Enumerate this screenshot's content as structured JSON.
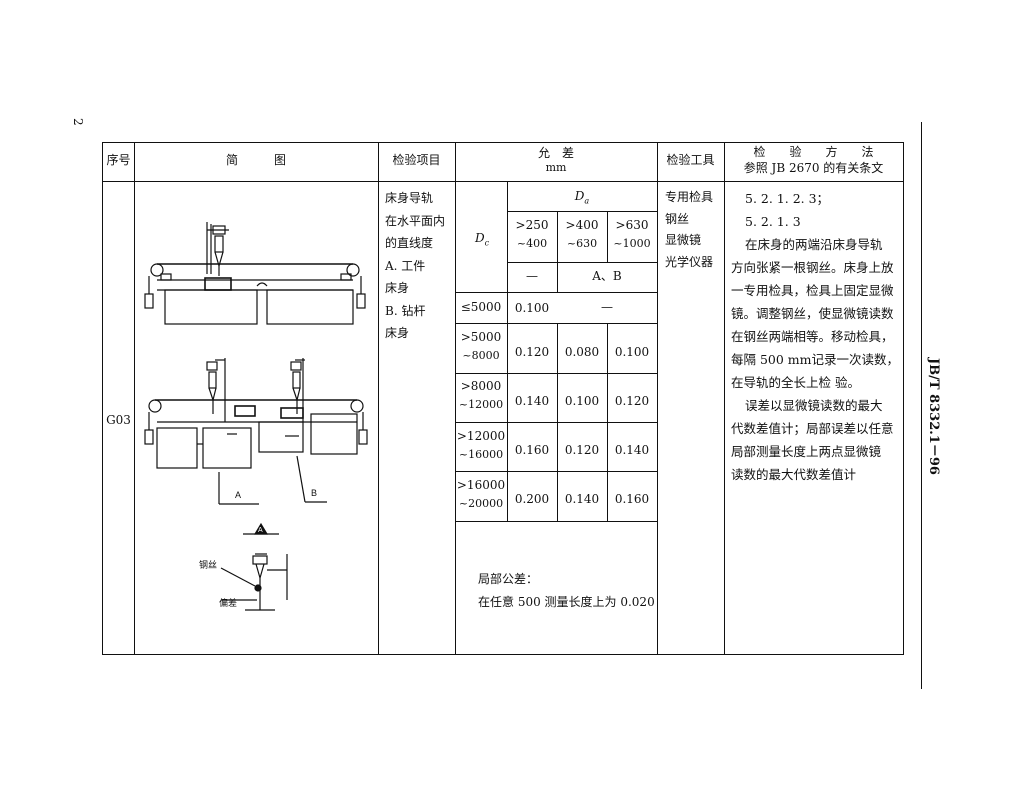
{
  "page_number": "2",
  "standard_code": "JB/T 8332.1－96",
  "headers": {
    "seq": "序号",
    "diagram": "简　　　图",
    "item": "检验项目",
    "tolerance": "允　差",
    "tolerance_unit": "mm",
    "tool": "检验工具",
    "method_title": "检　　验　　方　　法",
    "method_ref": "参照 JB 2670 的有关条文"
  },
  "row": {
    "seq": "G03",
    "item_lines": [
      "床身导轨",
      "在水平面内",
      "的直线度",
      "A. 工件",
      "床身",
      "B. 钻杆",
      "床身"
    ],
    "dc_label": "D",
    "dc_sub": "c",
    "da_label": "D",
    "da_sub": "a",
    "da_cols": [
      {
        "top": ">250",
        "bottom": "~400"
      },
      {
        "top": ">400",
        "bottom": "~630"
      },
      {
        "top": ">630",
        "bottom": "~1000"
      }
    ],
    "applies_dash": "—",
    "applies_ab": "A、B",
    "rows": [
      {
        "top": "≤5000",
        "bottom": "",
        "v": [
          "0.100",
          "—"
        ]
      },
      {
        "top": ">5000",
        "bottom": "~8000",
        "v": [
          "0.120",
          "0.080",
          "0.100"
        ]
      },
      {
        "top": ">8000",
        "bottom": "~12000",
        "v": [
          "0.140",
          "0.100",
          "0.120"
        ]
      },
      {
        "top": ">12000",
        "bottom": "~16000",
        "v": [
          "0.160",
          "0.120",
          "0.140"
        ]
      },
      {
        "top": ">16000",
        "bottom": "~20000",
        "v": [
          "0.200",
          "0.140",
          "0.160"
        ]
      }
    ],
    "local_title": "局部公差：",
    "local_text": "在任意 500 测量长度上为 0.020",
    "tools": [
      "专用检具",
      "钢丝",
      "显微镜",
      "光学仪器"
    ],
    "method_lines": [
      "5. 2. 1. 2. 3；",
      "5. 2. 1. 3",
      "在床身的两端沿床身导轨",
      "方向张紧一根钢丝。床身上放",
      "一专用检具，检具上固定显微",
      "镜。调整钢丝，使显微镜读数",
      "在钢丝两端相等。移动检具，",
      "每隔 500 mm记录一次读数，",
      "在导轨的全长上检 验。",
      "误差以显微镜读数的最大",
      "代数差值计；局部误差以任意",
      "局部测量长度上两点显微镜",
      "读数的最大代数差值计"
    ],
    "diagram_labels": {
      "a": "A",
      "b": "B",
      "a_view": "A",
      "wire": "钢丝",
      "deviation": "偏差"
    }
  }
}
